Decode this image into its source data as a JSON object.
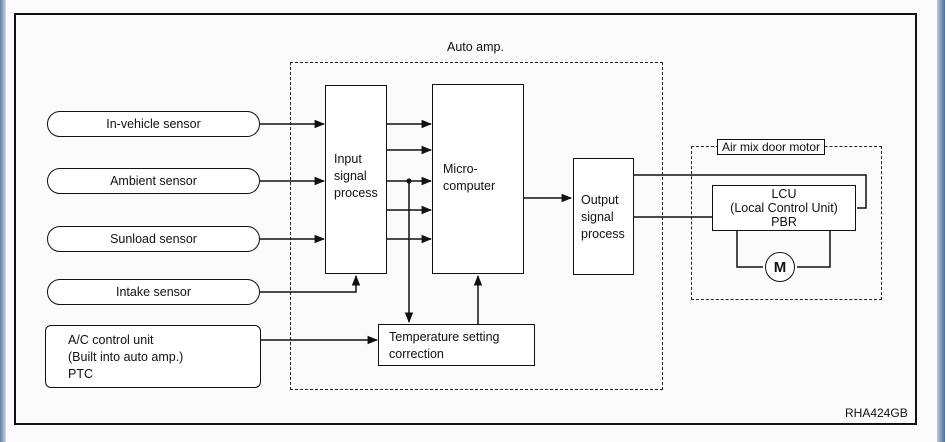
{
  "auto_amp_label": "Auto amp.",
  "sensors": [
    {
      "label": "In-vehicle sensor"
    },
    {
      "label": "Ambient sensor"
    },
    {
      "label": "Sunload sensor"
    },
    {
      "label": "Intake sensor"
    }
  ],
  "ac_control": [
    "A/C control unit",
    "(Built into auto amp.)",
    "PTC"
  ],
  "input_signal": [
    "Input",
    "signal",
    "process"
  ],
  "microcomputer": [
    "Micro-",
    "computer"
  ],
  "output_signal": [
    "Output",
    "signal",
    "process"
  ],
  "temperature_setting": [
    "Temperature setting",
    "correction"
  ],
  "air_mix_label": "Air mix door motor",
  "lcu": [
    "LCU",
    "(Local Control Unit)",
    "PBR"
  ],
  "motor_symbol": "M",
  "figure_code": "RHA424GB"
}
